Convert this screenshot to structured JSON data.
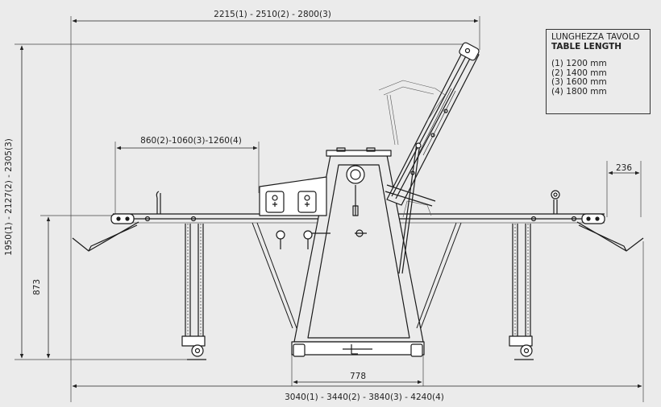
{
  "dimensions": {
    "top_width": "2215(1) - 2510(2) - 2800(3)",
    "bottom_width": "3040(1) - 3440(2) - 3840(3) - 4240(4)",
    "total_height": "1950(1) - 2127(2) - 2305(3)",
    "table_height": "873",
    "base_width": "778",
    "left_extension": "860(2)-1060(3)-1260(4)",
    "right_overhang": "236"
  },
  "legend": {
    "title_it": "LUNGHEZZA TAVOLO",
    "title_en": "TABLE LENGTH",
    "rows": [
      "(1) 1200 mm",
      "(2) 1400 mm",
      "(3) 1600 mm",
      "(4) 1800 mm"
    ]
  }
}
